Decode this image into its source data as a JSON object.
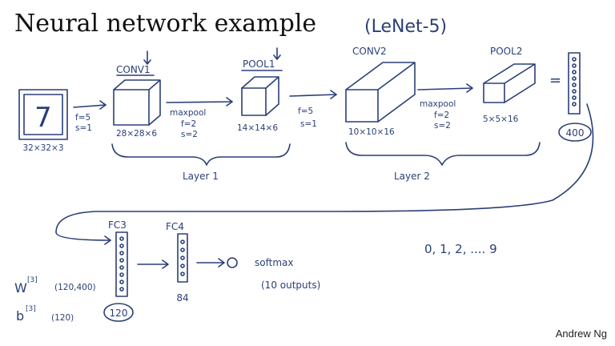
{
  "slide": {
    "title": "Neural network example",
    "credit": "Andrew Ng"
  },
  "diagram": {
    "subtitle": "(LeNet-5)",
    "input": {
      "digit": "7",
      "dims": "32×32×3"
    },
    "conv1": {
      "name": "CONV1",
      "f": "f=5",
      "s": "s=1",
      "dims": "28×28×6"
    },
    "pool1": {
      "name": "POOL1",
      "op": "maxpool",
      "f": "f=2",
      "s": "s=2",
      "dims": "14×14×6"
    },
    "conv2": {
      "name": "CONV2",
      "f": "f=5",
      "s": "s=1",
      "dims": "10×10×16"
    },
    "pool2": {
      "name": "POOL2",
      "op": "maxpool",
      "f": "f=2",
      "s": "s=2",
      "dims": "5×5×16"
    },
    "flatten": {
      "eq": "=",
      "size": "400"
    },
    "layer1": "Layer 1",
    "layer2": "Layer 2",
    "fc3": {
      "name": "FC3",
      "size": "120"
    },
    "fc4": {
      "name": "FC4",
      "size": "84"
    },
    "output": {
      "name": "softmax",
      "note": "(10 outputs)",
      "range": "0, 1, 2, .... 9"
    },
    "params": {
      "w": "W",
      "w_sup": "[3]",
      "w_shape": "(120,400)",
      "b": "b",
      "b_sup": "[3]",
      "b_shape": "(120)"
    }
  }
}
